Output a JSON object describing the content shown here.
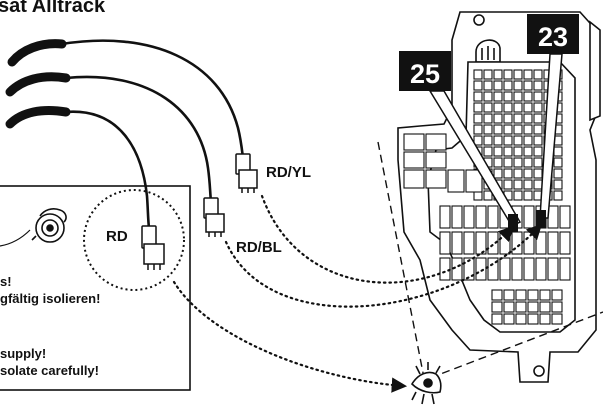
{
  "title": "sat Alltrack",
  "wires": [
    {
      "label": "RD/YL"
    },
    {
      "label": "RD/BL"
    },
    {
      "label": "RD"
    }
  ],
  "fuse_slots": [
    "25",
    "23"
  ],
  "notes": {
    "de_line1": "s!",
    "de_line2": "gfältig isolieren!",
    "en_line1": "supply!",
    "en_line2": "solate carefully!"
  },
  "icons": [
    "power-socket-icon",
    "eye-icon"
  ]
}
